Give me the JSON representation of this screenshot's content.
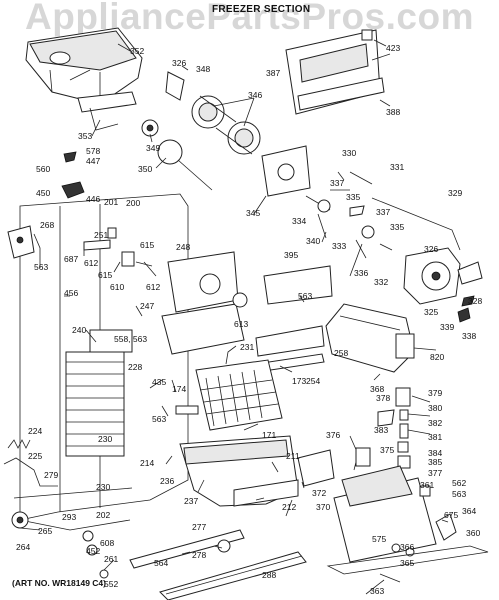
{
  "watermark": "AppliancePartsPros.com",
  "title": "FREEZER SECTION",
  "art_number": "(ART NO. WR18149 C4)",
  "callouts": {
    "c352": "352",
    "c326": "326",
    "c348": "348",
    "c346": "346",
    "c353": "353",
    "c349": "349",
    "c350": "350",
    "c578": "578",
    "c447": "447",
    "c560": "560",
    "c450": "450",
    "c446": "446",
    "c387": "387",
    "c388": "388",
    "c423": "423",
    "c330": "330",
    "c331": "331",
    "c337a": "337",
    "c345": "345",
    "c334": "334",
    "c335a": "335",
    "c329": "329",
    "c340": "340",
    "c333": "333",
    "c337b": "337",
    "c335b": "335",
    "c201": "201",
    "c200": "200",
    "c268": "268",
    "c251": "251",
    "c687": "687",
    "c612a": "612",
    "c615a": "615",
    "c248": "248",
    "c615b": "615",
    "c563a": "563",
    "c456": "456",
    "c610": "610",
    "c612b": "612",
    "c395": "395",
    "c336": "336",
    "c332": "332",
    "c326b": "326",
    "c563b": "563",
    "c325": "325",
    "c328": "328",
    "c613": "613",
    "c247": "247",
    "c339": "339",
    "c338": "338",
    "c240": "240",
    "c558": "558, 563",
    "c228": "228",
    "c231": "231",
    "c258": "258",
    "c820": "820",
    "c435": "435",
    "c174": "174",
    "c173": "173",
    "c254": "254",
    "c368": "368",
    "c378": "378",
    "c379": "379",
    "c380": "380",
    "c563c": "563",
    "c171": "171",
    "c382": "382",
    "c224": "224",
    "c230": "230",
    "c376": "376",
    "c383": "383",
    "c381": "381",
    "c375": "375",
    "c225": "225",
    "c214": "214",
    "c211": "211",
    "c384": "384",
    "c385": "385",
    "c377": "377",
    "c279": "279",
    "c236": "236",
    "c372": "372",
    "c361": "361",
    "c562": "562",
    "c563d": "563",
    "c230b": "230",
    "c237": "237",
    "c212": "212",
    "c370": "370",
    "c675": "675",
    "c364": "364",
    "c265": "265",
    "c202": "202",
    "c293": "293",
    "c264": "264",
    "c608": "608",
    "c277": "277",
    "c575": "575",
    "c366": "366",
    "c360": "360",
    "c452": "452",
    "c261": "261",
    "c278": "278",
    "c564": "564",
    "c365": "365",
    "c552": "552",
    "c288": "288",
    "c363": "363"
  }
}
